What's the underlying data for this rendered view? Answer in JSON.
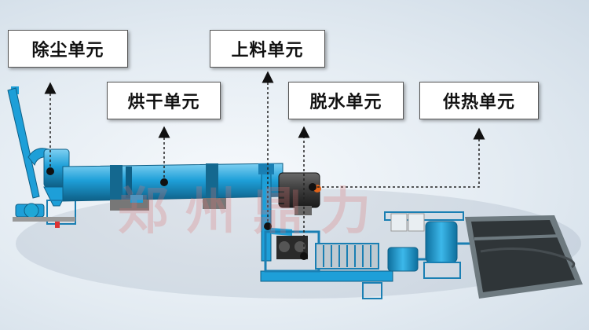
{
  "labels": {
    "dust_removal": "除尘单元",
    "drying": "烘干单元",
    "feeding": "上料单元",
    "dewatering": "脱水单元",
    "heat_supply": "供热单元"
  },
  "watermark": "郑州鼎力",
  "colors": {
    "equipment_blue": "#1e9fd8",
    "structure_blue": "#1a7fb3",
    "pit_dark": "#2f3538",
    "arrow": "#111111"
  }
}
